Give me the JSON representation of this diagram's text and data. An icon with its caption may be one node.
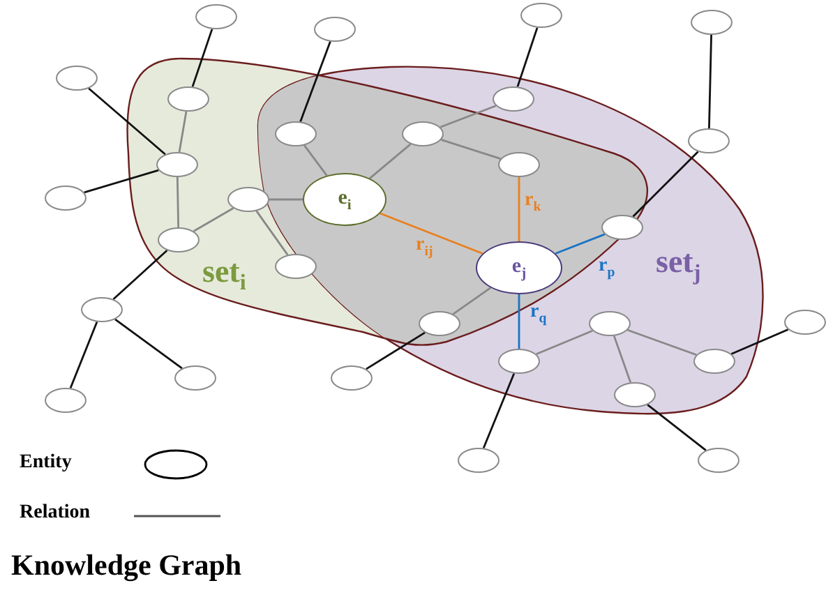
{
  "diagram": {
    "caption": "Knowledge Graph",
    "nodes": [
      {
        "text": [
          "set$_{i}$"
        ]
      },
      {
        "text": [
          "set$_{j}$"
        ]
      },
      {
        "text": [],
        "shape": "circle"
      },
      {
        "text": [],
        "shape": "circle"
      },
      {
        "text": [],
        "shape": "circle"
      },
      {
        "text": [],
        "shape": "circle"
      },
      {
        "text": [],
        "shape": "circle"
      },
      {
        "text": [],
        "shape": "circle",
        "in": 0
      },
      {
        "text": [],
        "shape": "circle",
        "in": 1
      },
      {
        "text": [],
        "shape": "circle"
      },
      {
        "text": [],
        "shape": "circle"
      },
      {
        "text": [],
        "shape": "circle"
      },
      {
        "text": [],
        "shape": "circle"
      },
      {
        "text": [],
        "shape": "circle",
        "in": 0
      },
      {
        "text": [],
        "shape": "circle"
      },
      {
        "text": [],
        "shape": "circle",
        "in": 0
      },
      {
        "text": [
          "e$_{i}$"
        ]
      },
      {
        "text": [],
        "shape": "circle"
      },
      {
        "text": [],
        "shape": "circle",
        "in": 0
      },
      {
        "text": [],
        "shape": "circle",
        "in": 0
      },
      {
        "text": [
          "e$_{j}$"
        ]
      },
      {
        "text": [],
        "shape": "circle"
      },
      {
        "text": [],
        "shape": "circle"
      },
      {
        "text": [],
        "shape": "circle",
        "in": 1
      },
      {
        "text": [],
        "shape": "circle"
      },
      {
        "text": [],
        "shape": "circle",
        "in": 1
      },
      {
        "text": [],
        "shape": "circle",
        "in": 1
      },
      {
        "text": [],
        "shape": "circle"
      },
      {
        "text": [],
        "shape": "circle"
      },
      {
        "text": [],
        "shape": "circle",
        "in": 1
      },
      {
        "text": [],
        "shape": "circle"
      },
      {
        "text": [],
        "shape": "circle"
      },
      {
        "text": [],
        "shape": "circle"
      }
    ],
    "edges": [
      {
        "from": 2,
        "to": 7,
        "arrow": "none"
      },
      {
        "from": 7,
        "to": 13,
        "arrow": "none",
        "color": "#888888"
      },
      {
        "from": 6,
        "to": 13,
        "arrow": "none"
      },
      {
        "from": 14,
        "to": 13,
        "arrow": "none"
      },
      {
        "from": 13,
        "to": 18,
        "arrow": "none",
        "color": "#888888"
      },
      {
        "from": 18,
        "to": 15,
        "arrow": "none",
        "color": "#888888"
      },
      {
        "from": 15,
        "to": 19,
        "arrow": "none",
        "color": "#888888"
      },
      {
        "from": 15,
        "to": 16,
        "arrow": "none",
        "color": "#888888"
      },
      {
        "from": 18,
        "to": 21,
        "arrow": "none"
      },
      {
        "from": 21,
        "to": 30,
        "arrow": "none"
      },
      {
        "from": 21,
        "to": 27,
        "arrow": "none"
      },
      {
        "from": 5,
        "to": 10,
        "arrow": "none"
      },
      {
        "from": 10,
        "to": 16,
        "arrow": "none",
        "color": "#888888"
      },
      {
        "from": 16,
        "to": 9,
        "arrow": "none",
        "color": "#888888"
      },
      {
        "from": 9,
        "to": 8,
        "arrow": "none",
        "color": "#888888"
      },
      {
        "from": 8,
        "to": 3,
        "arrow": "none"
      },
      {
        "from": 9,
        "to": 12,
        "arrow": "none",
        "color": "#888888"
      },
      {
        "from": 12,
        "to": 20,
        "arrow": "none",
        "label": "r$_{k}$",
        "color": "#e8801f"
      },
      {
        "from": 16,
        "to": 20,
        "arrow": "none",
        "label": "r$_{ij}$",
        "color": "#e8801f"
      },
      {
        "from": 20,
        "to": 17,
        "arrow": "none",
        "label": "r$_{p}$",
        "color": "#1a74c4"
      },
      {
        "from": 17,
        "to": 11,
        "arrow": "none"
      },
      {
        "from": 11,
        "to": 4,
        "arrow": "none"
      },
      {
        "from": 20,
        "to": 22,
        "arrow": "none",
        "color": "#888888"
      },
      {
        "from": 20,
        "to": 25,
        "arrow": "none",
        "label": "r$_{q}$",
        "color": "#1a74c4"
      },
      {
        "from": 22,
        "to": 28,
        "arrow": "none"
      },
      {
        "from": 25,
        "to": 23,
        "arrow": "none",
        "color": "#888888"
      },
      {
        "from": 23,
        "to": 26,
        "arrow": "none",
        "color": "#888888"
      },
      {
        "from": 23,
        "to": 29,
        "arrow": "none",
        "color": "#888888"
      },
      {
        "from": 26,
        "to": 24,
        "arrow": "none"
      },
      {
        "from": 29,
        "to": 32,
        "arrow": "none"
      },
      {
        "from": 25,
        "to": 31,
        "arrow": "none"
      }
    ],
    "legend": [
      {
        "text": "Entity"
      },
      {
        "text": "Relation"
      }
    ]
  }
}
